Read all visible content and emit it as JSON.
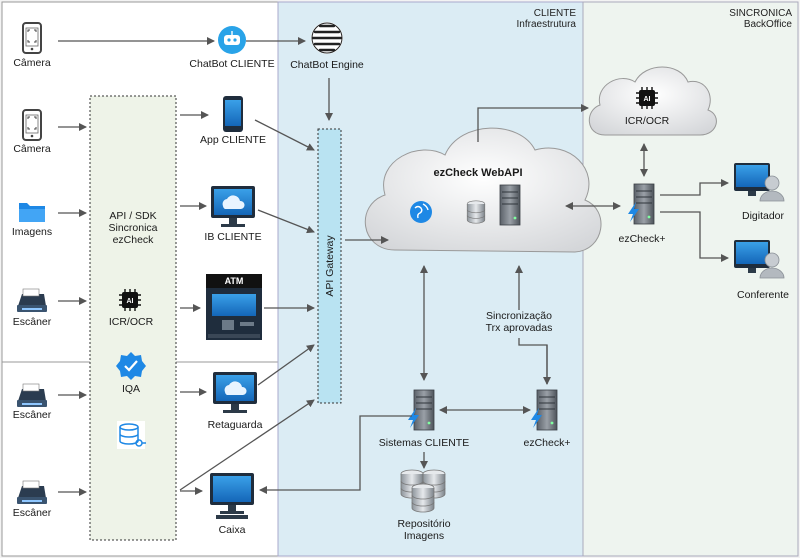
{
  "zones": {
    "cliente_title": "CLIENTE",
    "cliente_sub": "Infraestrutura",
    "sincronica_title": "SINCRONICA",
    "sincronica_sub": "BackOffice"
  },
  "inputs": {
    "camera_1": "Câmera",
    "camera_2": "Câmera",
    "imagens": "Imagens",
    "scanner_1": "Escâner",
    "scanner_2": "Escâner",
    "scanner_3": "Escâner"
  },
  "sdk": {
    "line1": "API / SDK",
    "line2": "Sincronica",
    "line3": "ezCheck",
    "icr": "ICR/OCR",
    "ai_chip": "AI",
    "iqa": "IQA"
  },
  "channels": {
    "chatbot_cliente": "ChatBot CLIENTE",
    "chatbot_engine": "ChatBot Engine",
    "app_cliente": "App CLIENTE",
    "ib_cliente": "IB CLIENTE",
    "atm": "ATM",
    "retaguarda": "Retaguarda",
    "caixa": "Caixa"
  },
  "gateway": "API Gateway",
  "core": {
    "webapi": "ezCheck WebAPI",
    "sistemas": "Sistemas CLIENTE",
    "ezcheck_local": "ezCheck+",
    "repositorio_1": "Repositório",
    "repositorio_2": "Imagens",
    "sync_1": "Sincronização",
    "sync_2": "Trx aprovadas"
  },
  "backoffice": {
    "icr": "ICR/OCR",
    "ai_chip": "AI",
    "ezcheck": "ezCheck+",
    "digitador": "Digitador",
    "conferente": "Conferente"
  }
}
